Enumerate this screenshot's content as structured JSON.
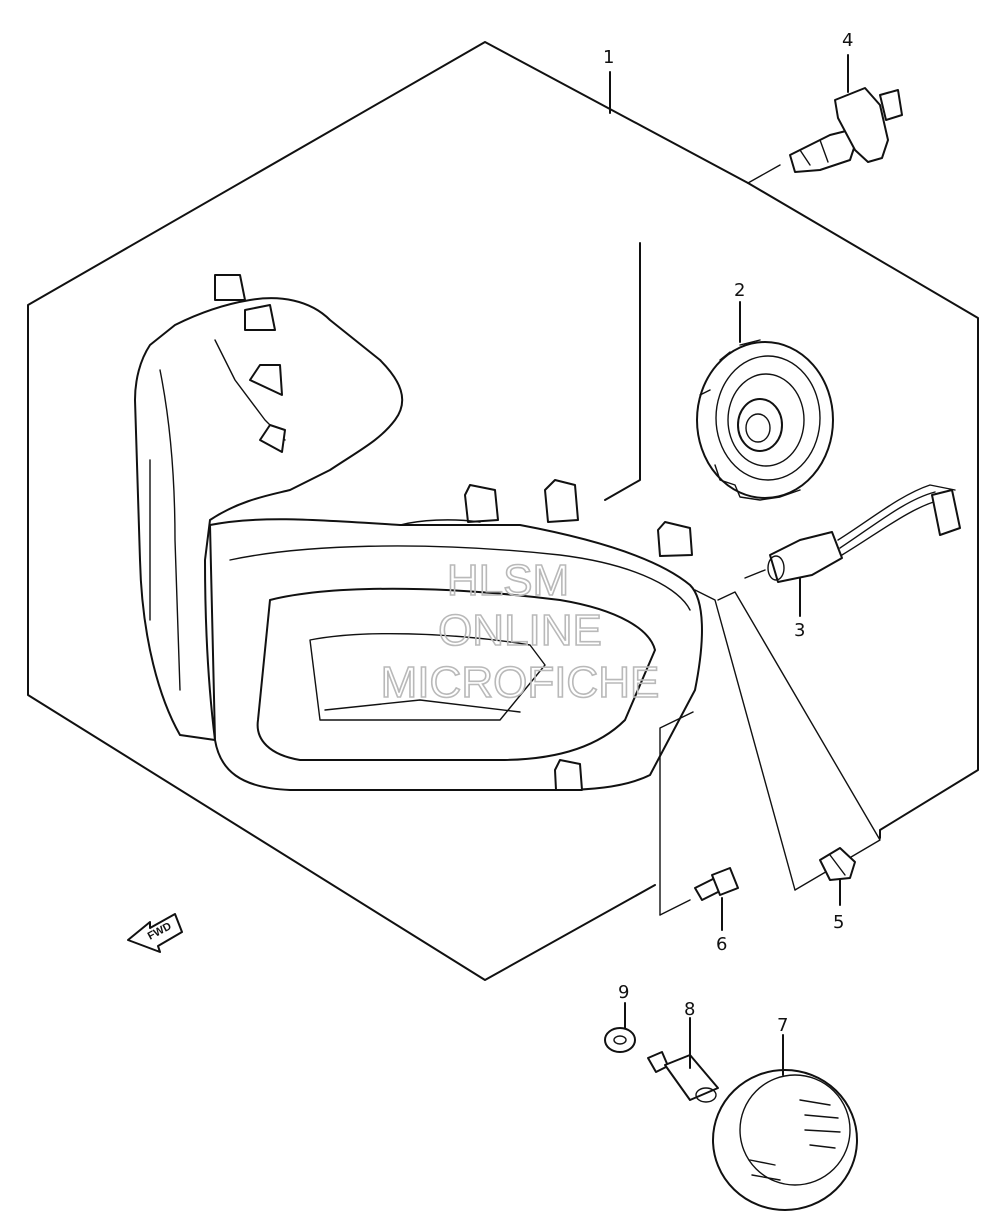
{
  "callouts": [
    {
      "id": "1",
      "label": "1"
    },
    {
      "id": "2",
      "label": "2"
    },
    {
      "id": "3",
      "label": "3"
    },
    {
      "id": "4",
      "label": "4"
    },
    {
      "id": "5",
      "label": "5"
    },
    {
      "id": "6",
      "label": "6"
    },
    {
      "id": "7",
      "label": "7"
    },
    {
      "id": "8",
      "label": "8"
    },
    {
      "id": "9",
      "label": "9"
    }
  ],
  "watermark": {
    "line1": "HLSM",
    "line2": "ONLINE",
    "line3": "MICROFICHE"
  },
  "direction_marker": {
    "label": "FWD"
  }
}
